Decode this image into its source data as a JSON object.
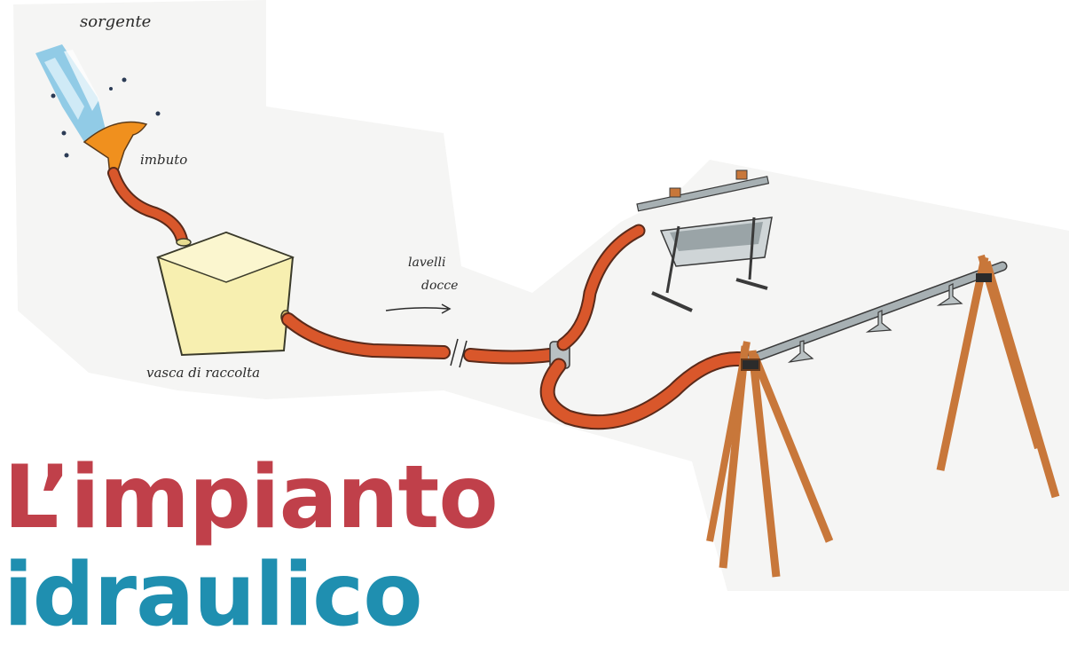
{
  "labels": {
    "source": "sorgente",
    "funnel": "imbuto",
    "tank": "vasca di raccolta",
    "flow_line1": "lavelli",
    "flow_line2": "docce"
  },
  "title": {
    "line1": "L’impianto",
    "line2": "idraulico"
  },
  "colors": {
    "pipe": "#d9572b",
    "tank": "#f7efb0",
    "title_primary": "#c0404a",
    "title_secondary": "#1f8fb0",
    "poles": "#c8773a",
    "bar": "#a7b0b3"
  }
}
